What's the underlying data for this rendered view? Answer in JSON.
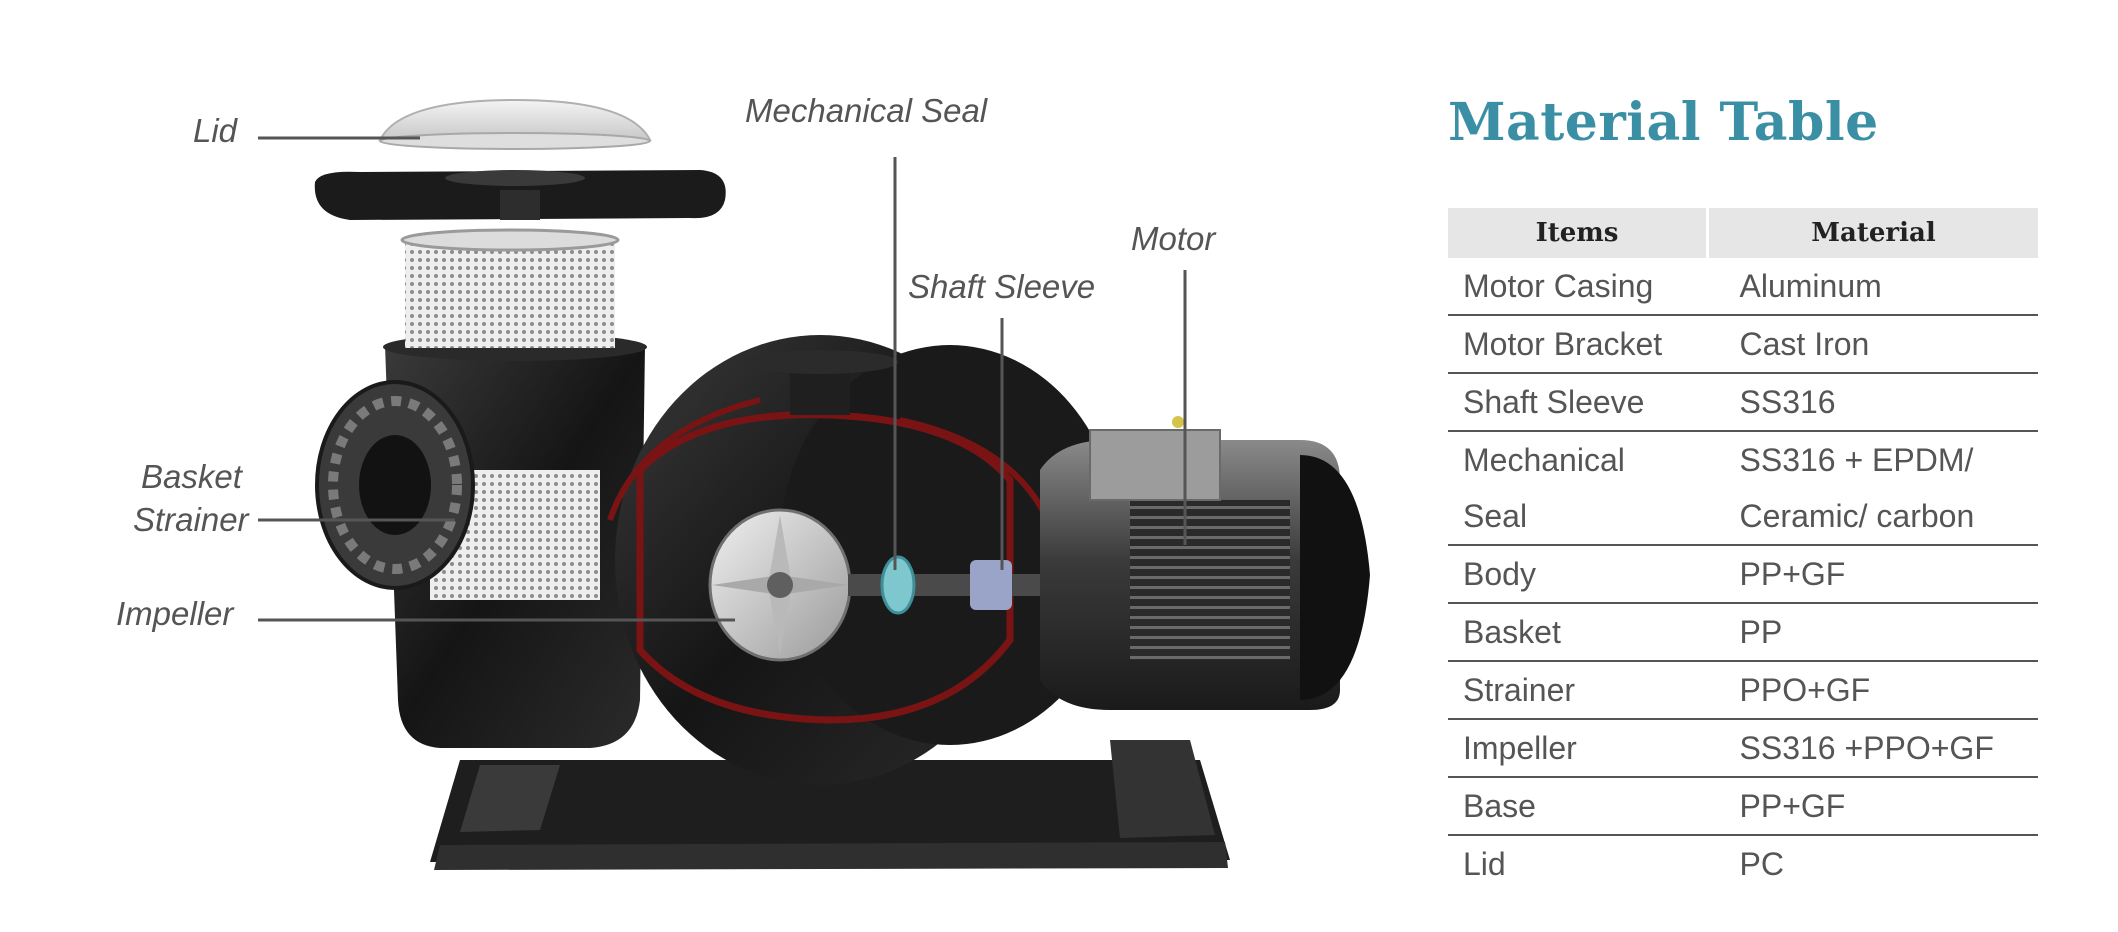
{
  "diagram": {
    "labels": {
      "lid": "Lid",
      "mechanical_seal": "Mechanical Seal",
      "motor": "Motor",
      "shaft_sleeve": "Shaft Sleeve",
      "basket": "Basket",
      "strainer": "Strainer",
      "impeller": "Impeller"
    },
    "colors": {
      "label_text": "#555555",
      "leader_line": "#555555",
      "body": "#1c1c1c",
      "cutaway": "#7a1414",
      "impeller": "#c9c9c9"
    }
  },
  "material_table": {
    "title": "Material Table",
    "title_color": "#3a8fa5",
    "headers": {
      "items": "Items",
      "material": "Material"
    },
    "rows": [
      {
        "item": [
          "Motor Casing"
        ],
        "material": [
          "Aluminum"
        ]
      },
      {
        "item": [
          "Motor Bracket"
        ],
        "material": [
          "Cast Iron"
        ]
      },
      {
        "item": [
          "Shaft Sleeve"
        ],
        "material": [
          "SS316"
        ]
      },
      {
        "item": [
          "Mechanical",
          "Seal"
        ],
        "material": [
          "SS316 + EPDM/",
          "Ceramic/ carbon"
        ]
      },
      {
        "item": [
          "Body"
        ],
        "material": [
          "PP+GF"
        ]
      },
      {
        "item": [
          "Basket"
        ],
        "material": [
          "PP"
        ]
      },
      {
        "item": [
          "Strainer"
        ],
        "material": [
          "PPO+GF"
        ]
      },
      {
        "item": [
          "Impeller"
        ],
        "material": [
          "SS316 +PPO+GF"
        ]
      },
      {
        "item": [
          "Base"
        ],
        "material": [
          "PP+GF"
        ]
      },
      {
        "item": [
          "Lid"
        ],
        "material": [
          "PC"
        ]
      }
    ]
  }
}
